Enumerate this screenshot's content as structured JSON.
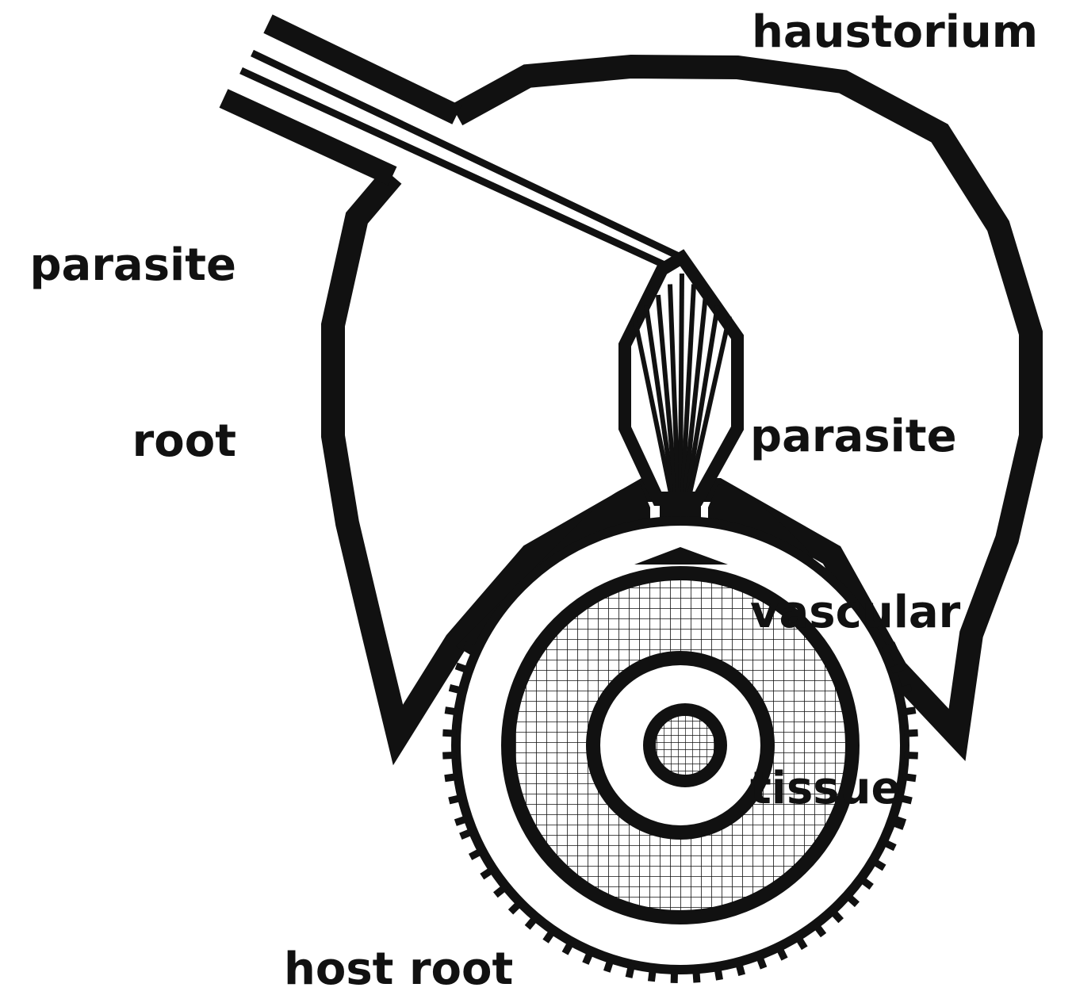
{
  "labels": {
    "haustorium": "haustorium",
    "parasite_root_line1": "parasite",
    "parasite_root_line2": "root",
    "vascular_line1": "parasite",
    "vascular_line2": "vascular",
    "vascular_line3": "tissue",
    "host_root": "host root"
  },
  "colors": {
    "ink": "#111111",
    "background": "#ffffff"
  }
}
